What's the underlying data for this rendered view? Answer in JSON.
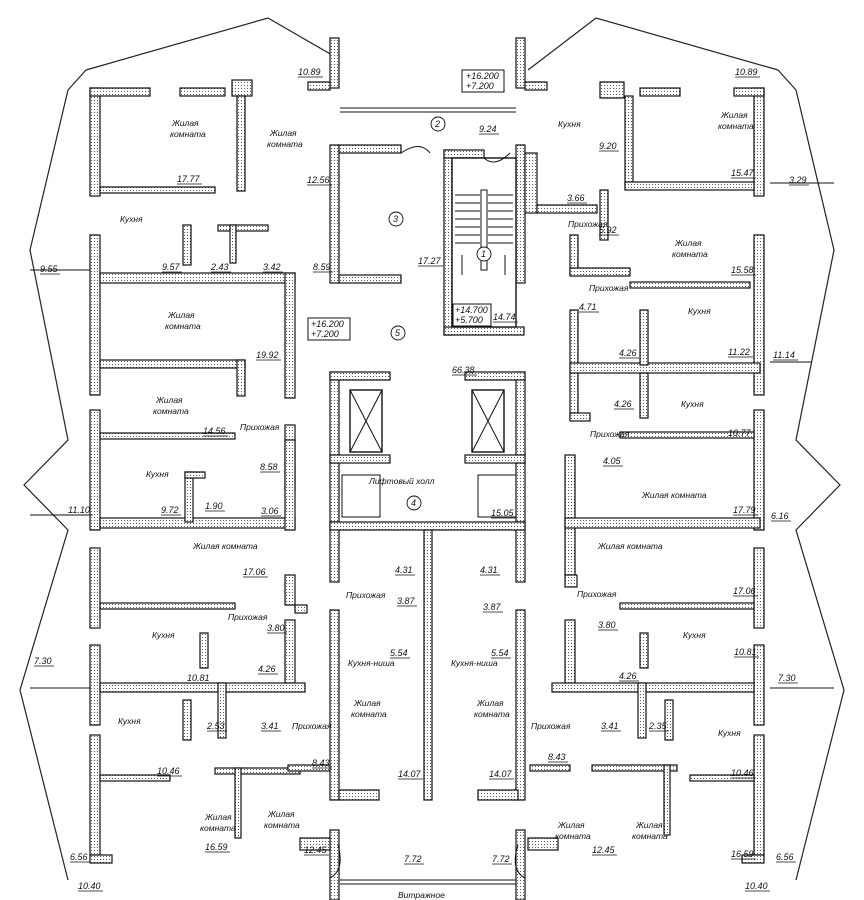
{
  "colors": {
    "line": "#111111",
    "background": "#ffffff"
  },
  "marks": [
    {
      "id": "mk1",
      "lines": [
        "+16.200",
        "+7.200"
      ]
    },
    {
      "id": "mk2",
      "lines": [
        "+16.200",
        "+7.200"
      ]
    },
    {
      "id": "mk3",
      "lines": [
        "+14.700",
        "+5.700"
      ]
    }
  ],
  "room_numbers": [
    "1",
    "2",
    "3",
    "4",
    "5"
  ],
  "labels": {
    "kitchen": "Кухня",
    "living_room": "Жилая комната",
    "living": "Жилая",
    "room": "комната",
    "hall": "Прихожая",
    "kitchen_niche": "Кухня-ниша",
    "lift_hall": "Лифтовый холл",
    "glazing": "Витражное"
  },
  "areas": [
    "10.89",
    "10.89",
    "9.24",
    "9.20",
    "12.56",
    "17.77",
    "15.47",
    "3.29",
    "3.66",
    "6.92",
    "9.55",
    "9.57",
    "2.43",
    "3.42",
    "8.59",
    "17.27",
    "15.58",
    "4.71",
    "14.74",
    "19.92",
    "4.26",
    "11.22",
    "11.14",
    "66.38",
    "4.26",
    "14.56",
    "10.77",
    "8.58",
    "4.05",
    "1.90",
    "9.72",
    "3.06",
    "11.10",
    "15.05",
    "17.79",
    "6.16",
    "17.06",
    "4.31",
    "4.31",
    "3.87",
    "3.87",
    "17.06",
    "3.80",
    "3.80",
    "4.26",
    "5.54",
    "5.54",
    "10.81",
    "7.30",
    "10.81",
    "4.26",
    "7.30",
    "2.53",
    "3.41",
    "3.41",
    "2.35",
    "8.43",
    "8.43",
    "10.46",
    "14.07",
    "14.07",
    "10.46",
    "12.45",
    "12.45",
    "16.59",
    "16.59",
    "6.56",
    "7.72",
    "7.72",
    "6.56",
    "10.40",
    "10.40"
  ]
}
